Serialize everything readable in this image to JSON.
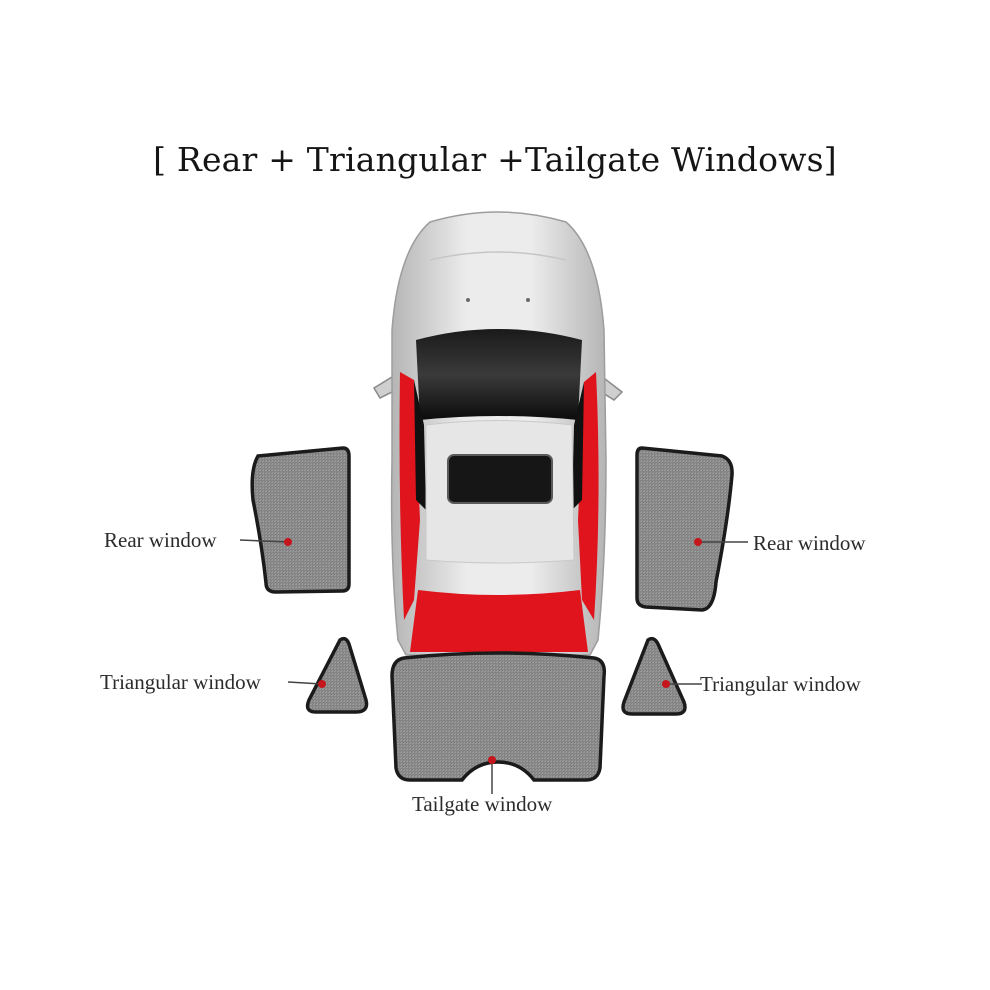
{
  "title": "[ Rear + Triangular +Tailgate Windows]",
  "labels": {
    "rear_left": "Rear window",
    "rear_right": "Rear window",
    "triangular_left": "Triangular window",
    "triangular_right": "Triangular window",
    "tailgate": "Tailgate window"
  },
  "colors": {
    "car_body": "#d9d9d9",
    "car_red": "#e0141c",
    "glass_dark": "#111111",
    "shade_fill": "#8c8c8c",
    "shade_border": "#1b1b1b",
    "marker": "#c4161c"
  }
}
